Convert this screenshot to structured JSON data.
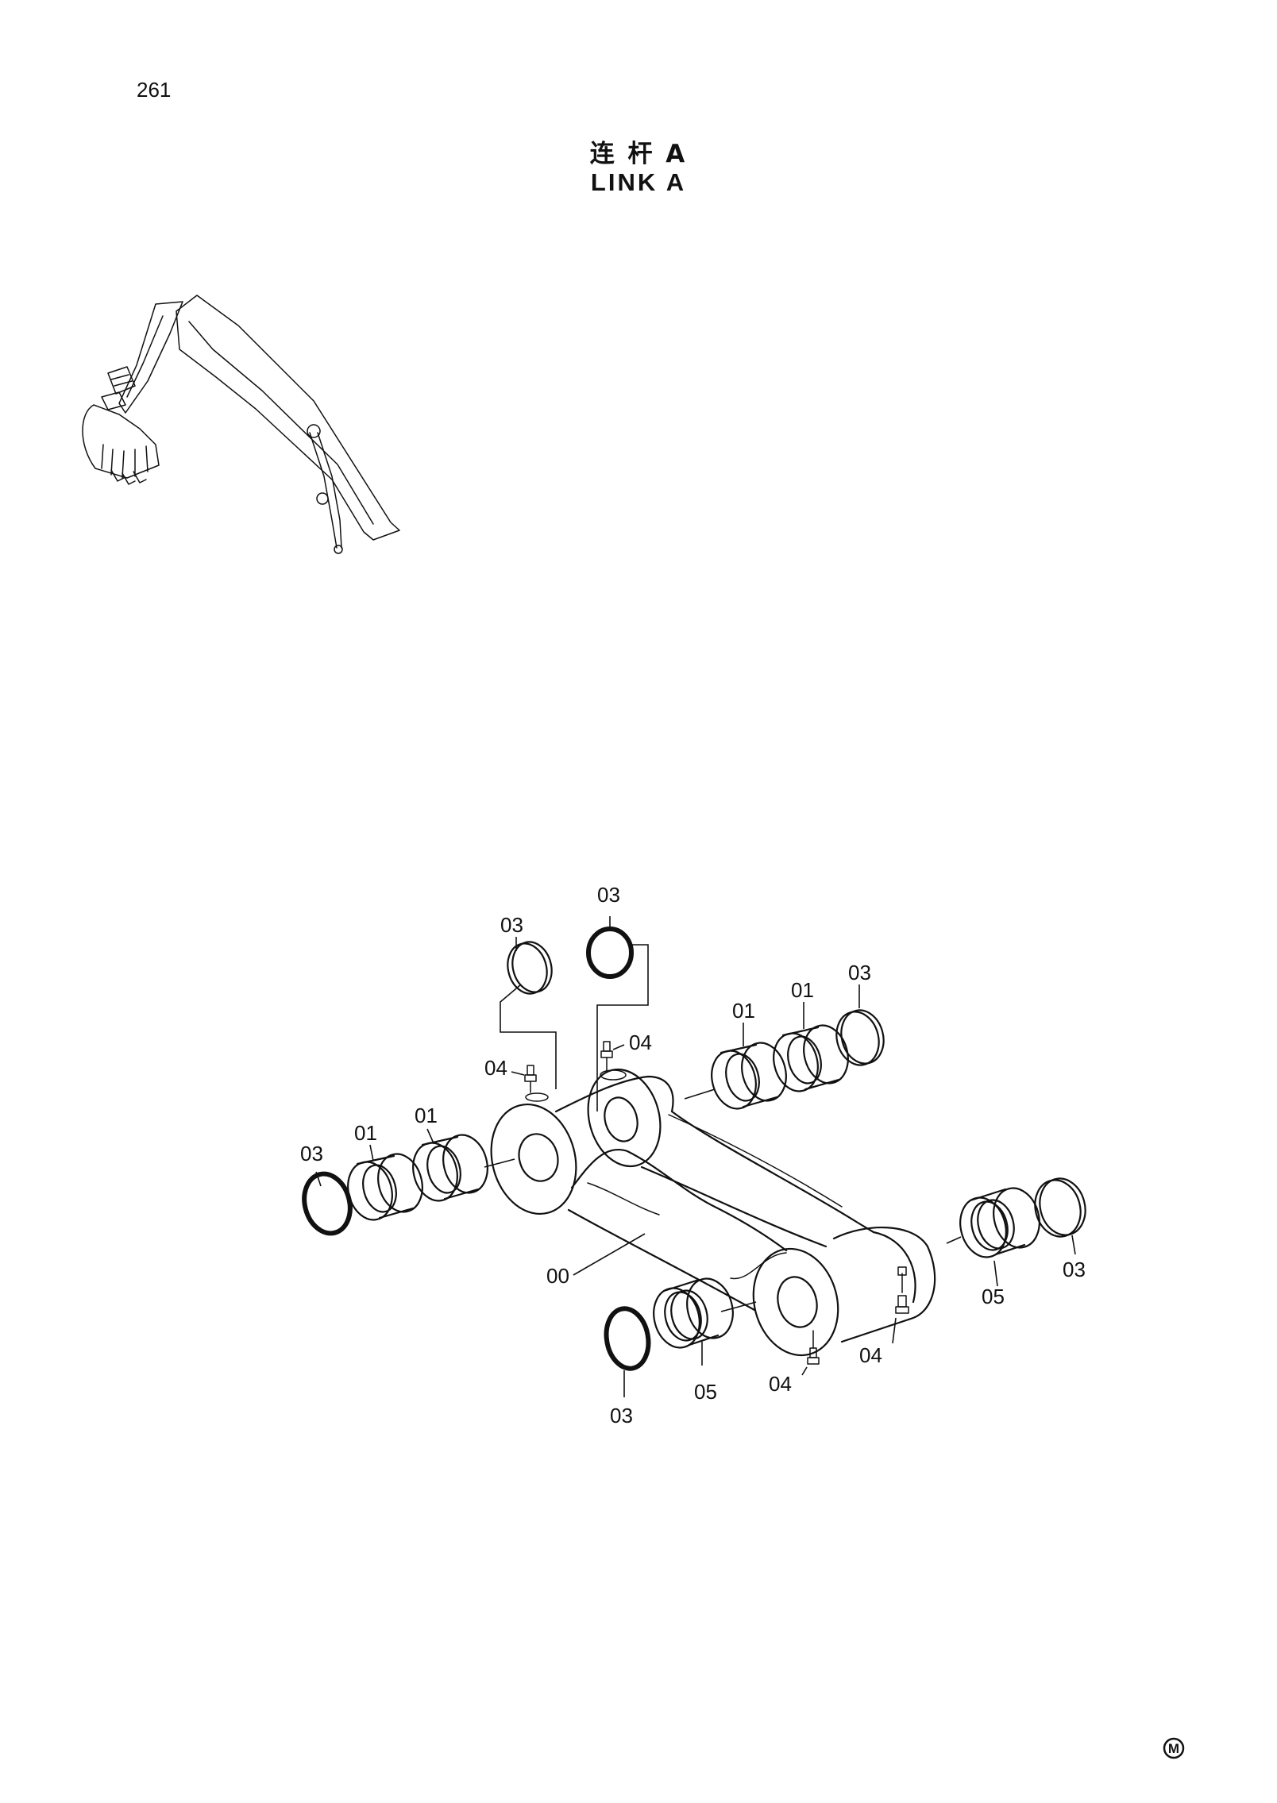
{
  "page": {
    "number": "261",
    "title_cn": "连 杆 A",
    "title_en": "LINK A",
    "mark": "M"
  },
  "labels": {
    "l00": "00",
    "l01a": "01",
    "l01b": "01",
    "l01c": "01",
    "l01d": "01",
    "l03a": "03",
    "l03b": "03",
    "l03c": "03",
    "l03d": "03",
    "l03e": "03",
    "l03f": "03",
    "l04a": "04",
    "l04b": "04",
    "l04c": "04",
    "l04d": "04",
    "l05a": "05",
    "l05b": "05"
  }
}
